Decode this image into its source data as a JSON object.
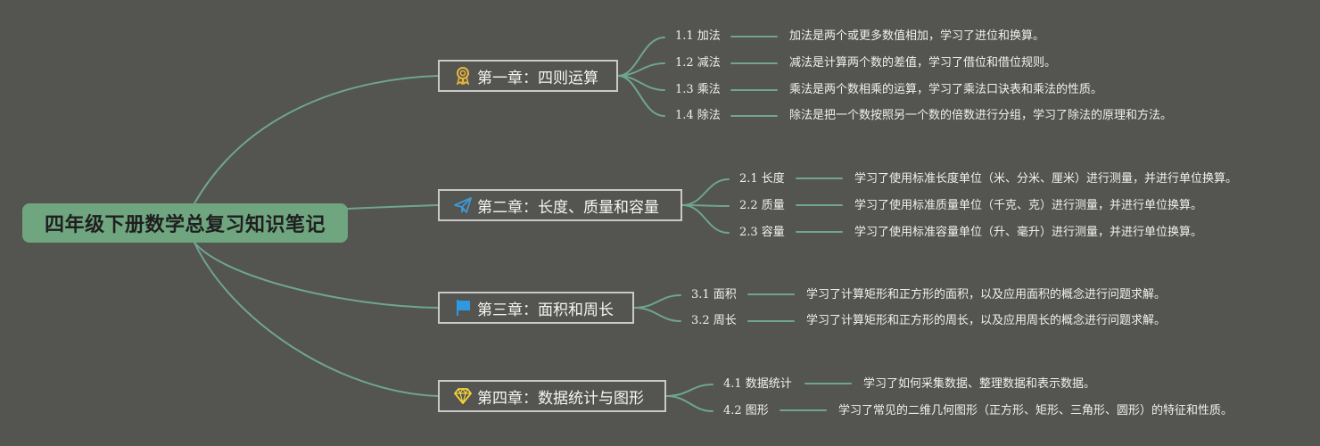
{
  "root": {
    "title": "四年级下册数学总复习知识笔记"
  },
  "colors": {
    "background": "#545451",
    "root_fill": "#6fa57f",
    "connector": "#6fa591",
    "chapter_border": "#c9c9c9"
  },
  "chapters": [
    {
      "title": "第一章：四则运算",
      "icon": "award-ribbon-icon",
      "icon_color": "#e6b53d",
      "items": [
        {
          "label": "1.1 加法",
          "desc": "加法是两个或更多数值相加，学习了进位和换算。"
        },
        {
          "label": "1.2 减法",
          "desc": "减法是计算两个数的差值，学习了借位和借位规则。"
        },
        {
          "label": "1.3 乘法",
          "desc": "乘法是两个数相乘的运算，学习了乘法口诀表和乘法的性质。"
        },
        {
          "label": "1.4 除法",
          "desc": "除法是把一个数按照另一个数的倍数进行分组，学习了除法的原理和方法。"
        }
      ]
    },
    {
      "title": "第二章：长度、质量和容量",
      "icon": "paper-plane-icon",
      "icon_color": "#3d9ad6",
      "items": [
        {
          "label": "2.1 长度",
          "desc": "学习了使用标准长度单位（米、分米、厘米）进行测量，并进行单位换算。"
        },
        {
          "label": "2.2 质量",
          "desc": "学习了使用标准质量单位（千克、克）进行测量，并进行单位换算。"
        },
        {
          "label": "2.3 容量",
          "desc": "学习了使用标准容量单位（升、毫升）进行测量，并进行单位换算。"
        }
      ]
    },
    {
      "title": "第三章：面积和周长",
      "icon": "flag-icon",
      "icon_color": "#2e98e0",
      "items": [
        {
          "label": "3.1 面积",
          "desc": "学习了计算矩形和正方形的面积，以及应用面积的概念进行问题求解。"
        },
        {
          "label": "3.2 周长",
          "desc": "学习了计算矩形和正方形的周长，以及应用周长的概念进行问题求解。"
        }
      ]
    },
    {
      "title": "第四章：数据统计与图形",
      "icon": "diamond-icon",
      "icon_color": "#f2d33a",
      "items": [
        {
          "label": "4.1 数据统计",
          "desc": "学习了如何采集数据、整理数据和表示数据。"
        },
        {
          "label": "4.2 图形",
          "desc": "学习了常见的二维几何图形（正方形、矩形、三角形、圆形）的特征和性质。"
        }
      ]
    }
  ]
}
